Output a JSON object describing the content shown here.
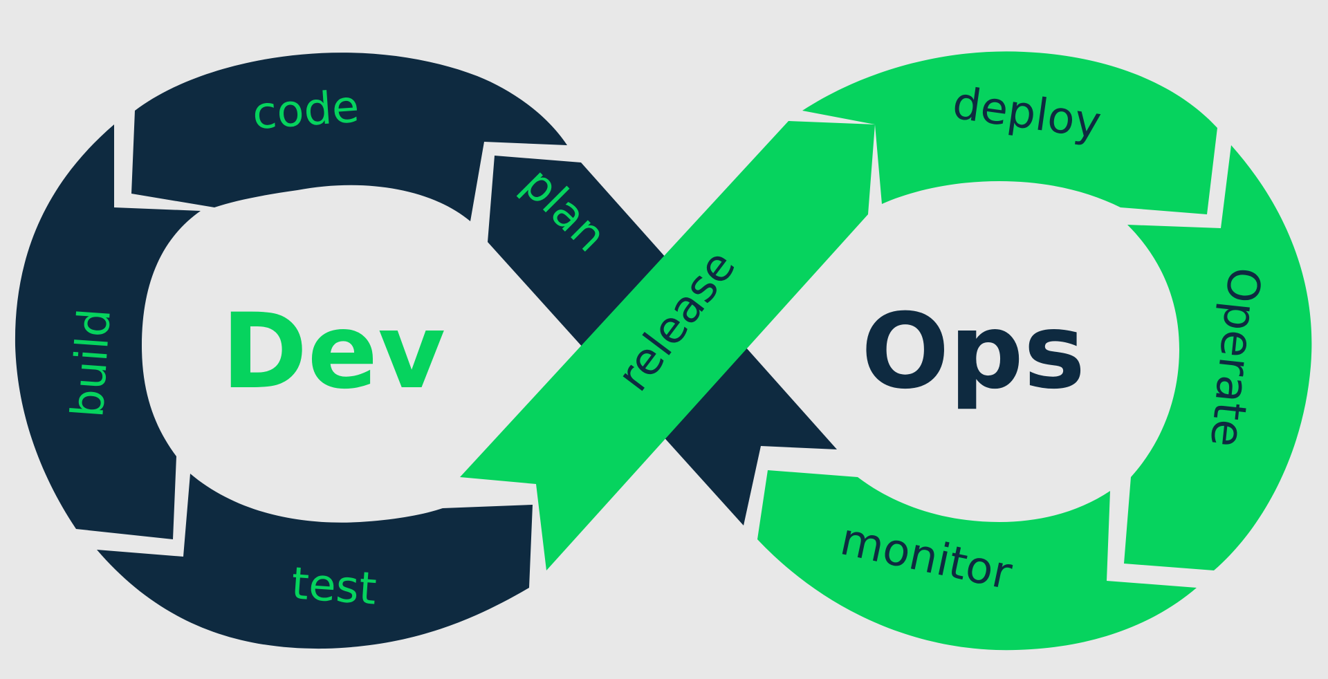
{
  "colors": {
    "background": "#e8e8e8",
    "navy": "#0e2a40",
    "green": "#06d35e"
  },
  "diagram": {
    "dev_label": "Dev",
    "ops_label": "Ops",
    "dev_stages": {
      "code": "code",
      "build": "build",
      "test": "test",
      "plan": "plan"
    },
    "ops_stages": {
      "release": "release",
      "deploy": "deploy",
      "operate": "Operate",
      "monitor": "monitor"
    }
  }
}
